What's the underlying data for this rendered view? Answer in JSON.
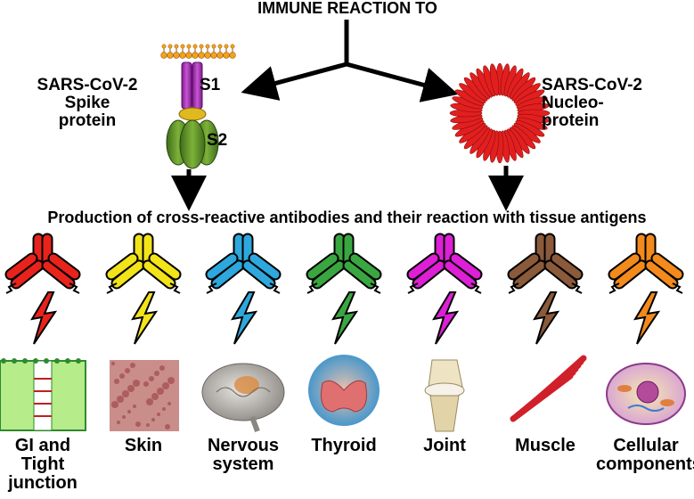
{
  "title": "IMMUNE REACTION TO",
  "spike": {
    "label_line1": "SARS-CoV-2",
    "label_line2": "Spike",
    "label_line3": "protein",
    "s1": "S1",
    "s2": "S2"
  },
  "nucleo": {
    "label_line1": "SARS-CoV-2",
    "label_line2": "Nucleo-",
    "label_line3": "protein"
  },
  "subtitle": "Production of cross-reactive antibodies and their reaction with tissue antigens",
  "tissues": [
    {
      "line1": "GI and",
      "line2": "Tight",
      "line3": "junction",
      "color": "#e8231c",
      "icon": "gi-tight-junction-image"
    },
    {
      "line1": "Skin",
      "line2": "",
      "line3": "",
      "color": "#f2e31a",
      "icon": "skin-image"
    },
    {
      "line1": "Nervous",
      "line2": "system",
      "line3": "",
      "color": "#2ea7dc",
      "icon": "brain-image"
    },
    {
      "line1": "Thyroid",
      "line2": "",
      "line3": "",
      "color": "#3aa641",
      "icon": "thyroid-image"
    },
    {
      "line1": "Joint",
      "line2": "",
      "line3": "",
      "color": "#dd1fd6",
      "icon": "knee-joint-image"
    },
    {
      "line1": "Muscle",
      "line2": "",
      "line3": "",
      "color": "#8a5a3a",
      "icon": "muscle-image"
    },
    {
      "line1": "Cellular",
      "line2": "components",
      "line3": "",
      "color": "#f28a1c",
      "icon": "cell-image"
    }
  ]
}
